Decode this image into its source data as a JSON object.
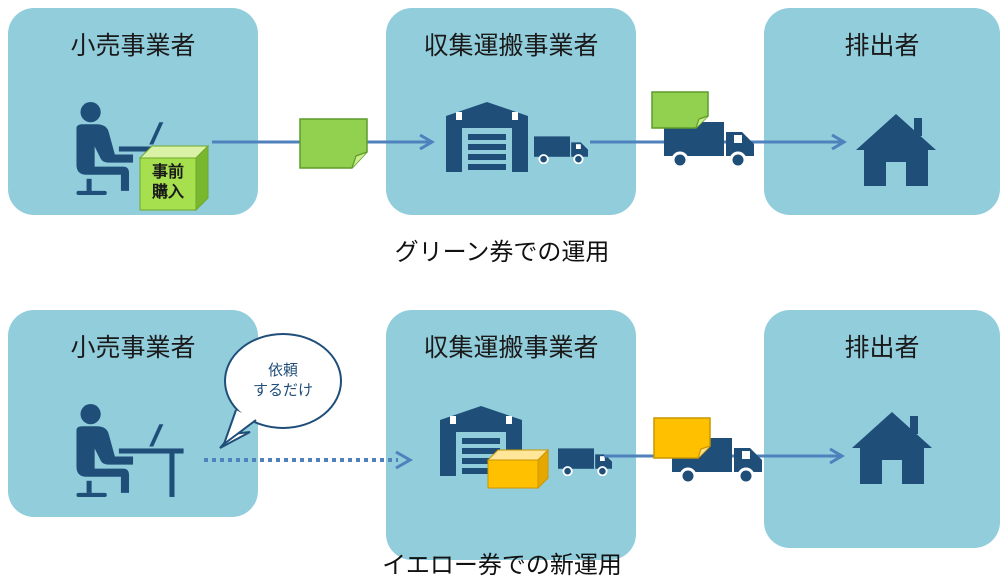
{
  "top_flow": {
    "retailer_label": "小売事業者",
    "collector_label": "収集運搬事業者",
    "discharger_label": "排出者",
    "prepurchase_box": [
      "事前",
      "購入"
    ],
    "caption": "グリーン券での運用"
  },
  "bottom_flow": {
    "retailer_label": "小売事業者",
    "collector_label": "収集運搬事業者",
    "discharger_label": "排出者",
    "speech_bubble": [
      "依頼",
      "するだけ"
    ],
    "caption": "イエロー券での新運用"
  },
  "colors": {
    "panel": "#92cddc",
    "icon": "#1f4e79",
    "arrow": "#4f81bd",
    "green_ticket": "#92d050",
    "yellow_ticket": "#ffc000"
  }
}
